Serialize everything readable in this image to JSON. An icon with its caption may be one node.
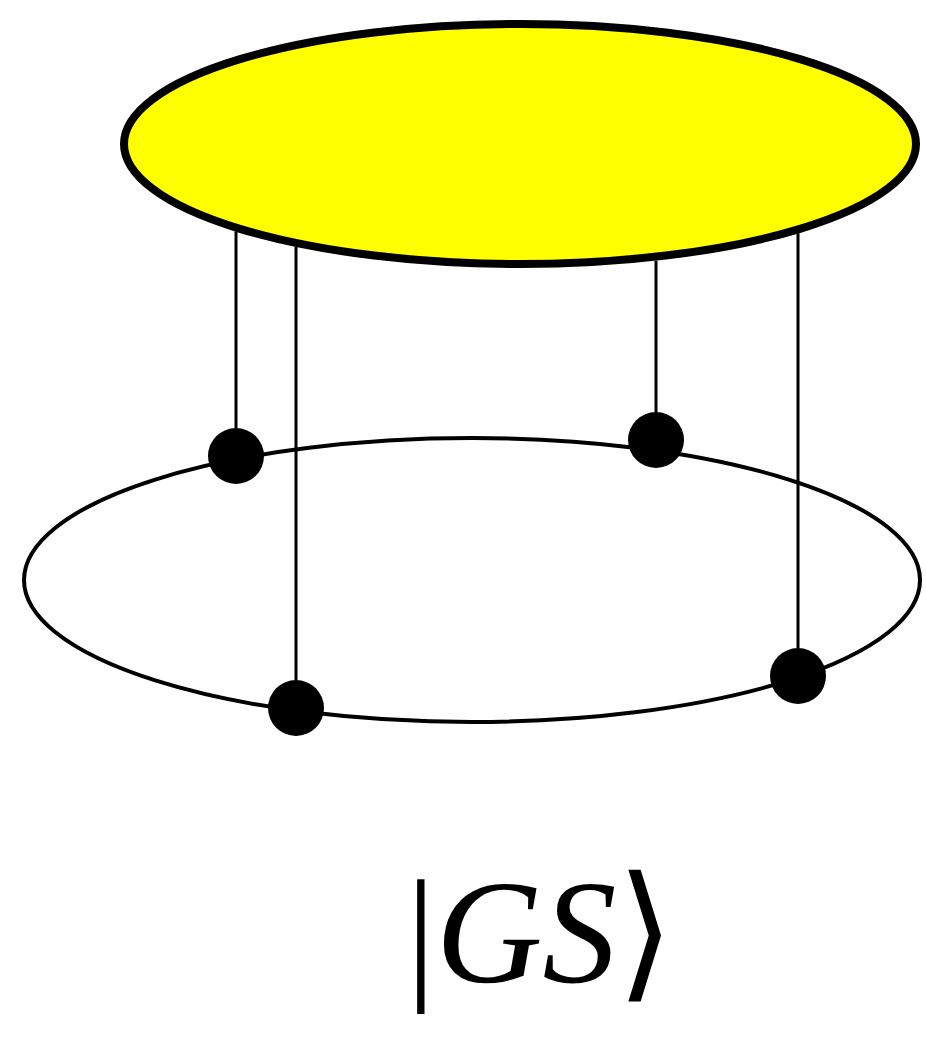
{
  "diagram": {
    "nodes": [
      {
        "text": [],
        "shape": "ellipse"
      },
      {
        "text": [],
        "shape": "ellipse"
      },
      {
        "text": [],
        "shape": "circle",
        "in": 1
      },
      {
        "text": [],
        "shape": "circle",
        "in": 1
      },
      {
        "text": [],
        "shape": "circle",
        "in": 1
      },
      {
        "text": [],
        "shape": "circle",
        "in": 1
      }
    ],
    "edges": [
      {
        "from": 0,
        "to": 2,
        "arrow": "none"
      },
      {
        "from": 0,
        "to": 4,
        "arrow": "none"
      },
      {
        "from": 0,
        "to": 3,
        "arrow": "none"
      },
      {
        "from": 0,
        "to": 5,
        "arrow": "none"
      }
    ],
    "labels": [
      "|*GS*⟩"
    ]
  }
}
